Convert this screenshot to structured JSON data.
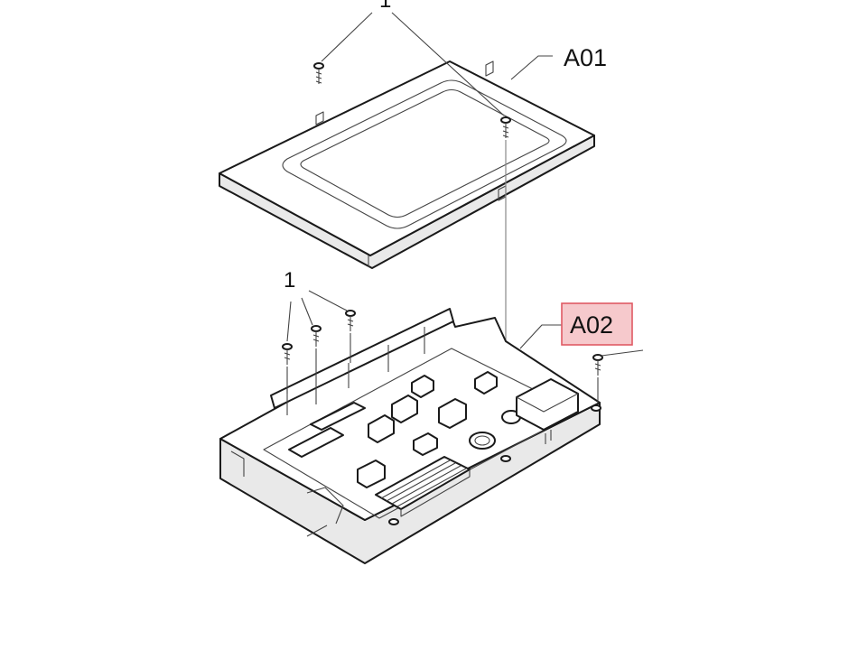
{
  "callouts": {
    "top_cover_label": "A01",
    "board_assembly_label": "A02",
    "screw_top": "1",
    "screw_bottom": "1"
  },
  "highlight": {
    "target": "A02",
    "fill": "#f6c9cc",
    "border": "#e05a64"
  }
}
